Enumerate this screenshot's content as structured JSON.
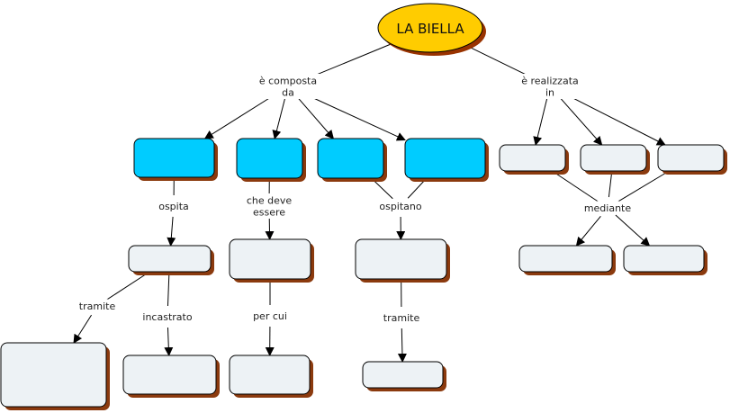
{
  "colors": {
    "root_fill": "#FFCC00",
    "root_shadow": "#993300",
    "blue_fill": "#00CCFF",
    "grey_fill": "#EDF2F5",
    "shadow": "#8B3A0E",
    "stroke": "#000000",
    "text": "#222222"
  },
  "root": {
    "id": "root",
    "label": "LA BIELLA"
  },
  "concepts": [
    {
      "id": "c1",
      "style": "blue",
      "label": ""
    },
    {
      "id": "c2",
      "style": "blue",
      "label": ""
    },
    {
      "id": "c3",
      "style": "blue",
      "label": ""
    },
    {
      "id": "c4",
      "style": "blue",
      "label": ""
    },
    {
      "id": "r1",
      "style": "grey",
      "label": ""
    },
    {
      "id": "r2",
      "style": "grey",
      "label": ""
    },
    {
      "id": "r3",
      "style": "grey",
      "label": ""
    },
    {
      "id": "m1",
      "style": "grey",
      "label": ""
    },
    {
      "id": "m2",
      "style": "grey",
      "label": ""
    },
    {
      "id": "m3",
      "style": "grey",
      "label": ""
    },
    {
      "id": "rb1",
      "style": "grey",
      "label": ""
    },
    {
      "id": "rb2",
      "style": "grey",
      "label": ""
    },
    {
      "id": "b1",
      "style": "grey",
      "label": ""
    },
    {
      "id": "b2",
      "style": "grey",
      "label": ""
    },
    {
      "id": "b3",
      "style": "grey",
      "label": ""
    },
    {
      "id": "b4",
      "style": "grey",
      "label": ""
    }
  ],
  "linking_phrases": [
    {
      "id": "lp1",
      "lines": [
        "è composta",
        "da"
      ]
    },
    {
      "id": "lp2",
      "lines": [
        "è realizzata",
        "in"
      ]
    },
    {
      "id": "lp3",
      "lines": [
        "ospita"
      ]
    },
    {
      "id": "lp4",
      "lines": [
        "che deve",
        "essere"
      ]
    },
    {
      "id": "lp5",
      "lines": [
        "ospitano"
      ]
    },
    {
      "id": "lp6",
      "lines": [
        "mediante"
      ]
    },
    {
      "id": "lp7",
      "lines": [
        "tramite"
      ]
    },
    {
      "id": "lp8",
      "lines": [
        "incastrato"
      ]
    },
    {
      "id": "lp9",
      "lines": [
        "per cui"
      ]
    },
    {
      "id": "lp10",
      "lines": [
        "tramite"
      ]
    }
  ],
  "connections": [
    {
      "from": "root",
      "to": "lp1"
    },
    {
      "from": "root",
      "to": "lp2"
    },
    {
      "from": "lp1",
      "to": "c1",
      "arrow": true
    },
    {
      "from": "lp1",
      "to": "c2",
      "arrow": true
    },
    {
      "from": "lp1",
      "to": "c3",
      "arrow": true
    },
    {
      "from": "lp1",
      "to": "c4",
      "arrow": true
    },
    {
      "from": "lp2",
      "to": "r1",
      "arrow": true
    },
    {
      "from": "lp2",
      "to": "r2",
      "arrow": true
    },
    {
      "from": "lp2",
      "to": "r3",
      "arrow": true
    },
    {
      "from": "c1",
      "to": "lp3"
    },
    {
      "from": "lp3",
      "to": "m1",
      "arrow": true
    },
    {
      "from": "c2",
      "to": "lp4"
    },
    {
      "from": "lp4",
      "to": "m2",
      "arrow": true
    },
    {
      "from": "c3",
      "to": "lp5"
    },
    {
      "from": "c4",
      "to": "lp5"
    },
    {
      "from": "lp5",
      "to": "m3",
      "arrow": true
    },
    {
      "from": "r1",
      "to": "lp6"
    },
    {
      "from": "r2",
      "to": "lp6"
    },
    {
      "from": "r3",
      "to": "lp6"
    },
    {
      "from": "lp6",
      "to": "rb1",
      "arrow": true
    },
    {
      "from": "lp6",
      "to": "rb2",
      "arrow": true
    },
    {
      "from": "m1",
      "to": "lp7"
    },
    {
      "from": "lp7",
      "to": "b1",
      "arrow": true
    },
    {
      "from": "m1",
      "to": "lp8"
    },
    {
      "from": "lp8",
      "to": "b2",
      "arrow": true
    },
    {
      "from": "m2",
      "to": "lp9"
    },
    {
      "from": "lp9",
      "to": "b3",
      "arrow": true
    },
    {
      "from": "m3",
      "to": "lp10"
    },
    {
      "from": "lp10",
      "to": "b4",
      "arrow": true
    }
  ]
}
